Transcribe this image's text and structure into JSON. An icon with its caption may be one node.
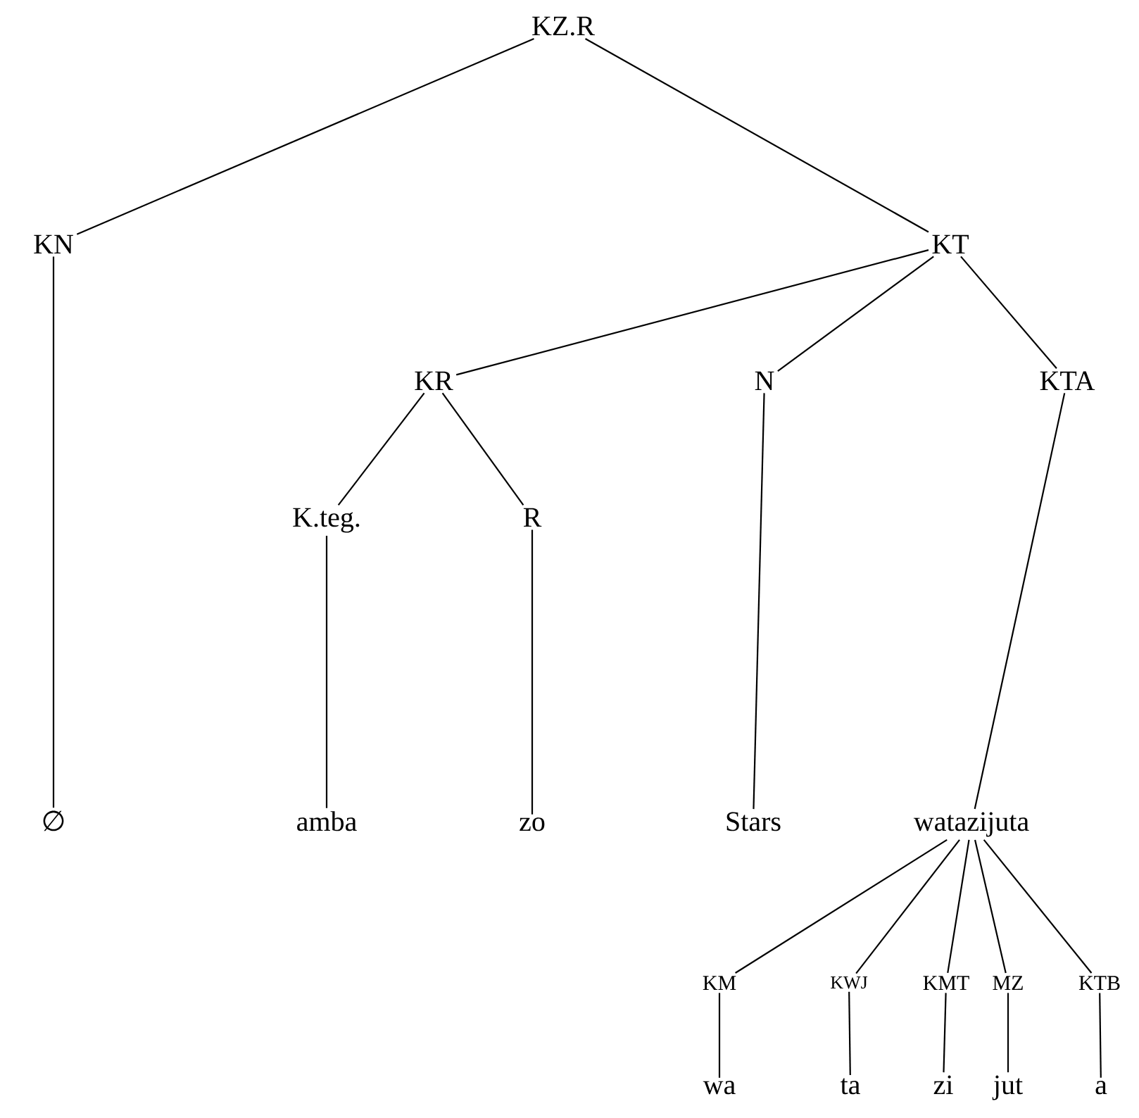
{
  "diagram": {
    "nodes": [
      {
        "text": [
          "KZ.R"
        ]
      },
      {
        "text": [
          "KN"
        ]
      },
      {
        "text": [
          "KT"
        ]
      },
      {
        "text": [
          "KR"
        ]
      },
      {
        "text": [
          "N"
        ]
      },
      {
        "text": [
          "KTA"
        ]
      },
      {
        "text": [
          "K.teg."
        ]
      },
      {
        "text": [
          "R"
        ]
      },
      {
        "text": [
          "∅"
        ]
      },
      {
        "text": [
          "amba"
        ]
      },
      {
        "text": [
          "zo"
        ]
      },
      {
        "text": [
          "Stars"
        ]
      },
      {
        "text": [
          "watazijuta"
        ]
      },
      {
        "text": [
          "KM"
        ]
      },
      {
        "text": [
          "KWJ"
        ]
      },
      {
        "text": [
          "KMT"
        ]
      },
      {
        "text": [
          "MZ"
        ]
      },
      {
        "text": [
          "KTB"
        ]
      },
      {
        "text": [
          "wa"
        ]
      },
      {
        "text": [
          "ta"
        ]
      },
      {
        "text": [
          "zi"
        ]
      },
      {
        "text": [
          "jut"
        ]
      },
      {
        "text": [
          "a"
        ]
      }
    ],
    "edges": [
      {
        "from": 0,
        "to": 1,
        "arrow": "none"
      },
      {
        "from": 0,
        "to": 2,
        "arrow": "none"
      },
      {
        "from": 1,
        "to": 8,
        "arrow": "none"
      },
      {
        "from": 2,
        "to": 3,
        "arrow": "none"
      },
      {
        "from": 2,
        "to": 4,
        "arrow": "none"
      },
      {
        "from": 2,
        "to": 5,
        "arrow": "none"
      },
      {
        "from": 3,
        "to": 6,
        "arrow": "none"
      },
      {
        "from": 3,
        "to": 7,
        "arrow": "none"
      },
      {
        "from": 6,
        "to": 9,
        "arrow": "none"
      },
      {
        "from": 7,
        "to": 10,
        "arrow": "none"
      },
      {
        "from": 4,
        "to": 11,
        "arrow": "none"
      },
      {
        "from": 5,
        "to": 12,
        "arrow": "none"
      },
      {
        "from": 12,
        "to": 13,
        "arrow": "none"
      },
      {
        "from": 12,
        "to": 14,
        "arrow": "none"
      },
      {
        "from": 12,
        "to": 15,
        "arrow": "none"
      },
      {
        "from": 12,
        "to": 16,
        "arrow": "none"
      },
      {
        "from": 12,
        "to": 17,
        "arrow": "none"
      },
      {
        "from": 13,
        "to": 18,
        "arrow": "none"
      },
      {
        "from": 14,
        "to": 19,
        "arrow": "none"
      },
      {
        "from": 15,
        "to": 20,
        "arrow": "none"
      },
      {
        "from": 16,
        "to": 21,
        "arrow": "none"
      },
      {
        "from": 17,
        "to": 22,
        "arrow": "none"
      }
    ]
  }
}
